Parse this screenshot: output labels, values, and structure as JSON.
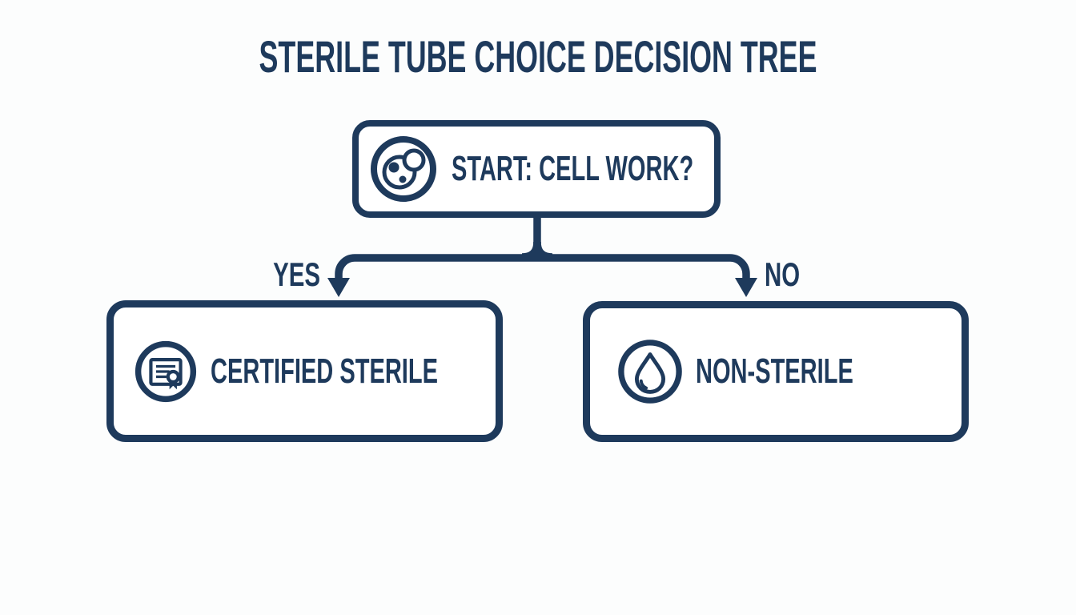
{
  "title": "STERILE TUBE CHOICE DECISION TREE",
  "colors": {
    "accent": "#1e3a5c",
    "background": "#fcfdfd"
  },
  "tree": {
    "root": {
      "label": "START: CELL WORK?",
      "icon": "cell-icon"
    },
    "branches": [
      {
        "label": "YES",
        "target": {
          "label": "CERTIFIED STERILE",
          "icon": "certificate-icon"
        }
      },
      {
        "label": "NO",
        "target": {
          "label": "NON-STERILE",
          "icon": "droplet-icon"
        }
      }
    ]
  }
}
